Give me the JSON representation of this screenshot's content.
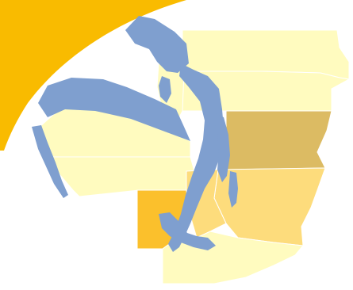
{
  "map": {
    "colors": {
      "accent_band": "#f9bb00",
      "water": "#7f9fcf",
      "level_light": "#fffbbf",
      "level_medium": "#fddc7c",
      "level_dark": "#dcbb63",
      "level_orange": "#fbc02c"
    },
    "regions": [
      {
        "id": "north-east-upper",
        "shade": "level_light"
      },
      {
        "id": "north-east-mid",
        "shade": "level_light"
      },
      {
        "id": "east-central",
        "shade": "level_dark"
      },
      {
        "id": "south-east",
        "shade": "level_medium"
      },
      {
        "id": "west-peninsula",
        "shade": "level_light"
      },
      {
        "id": "south-west-coast",
        "shade": "level_light"
      },
      {
        "id": "south-central",
        "shade": "level_orange"
      },
      {
        "id": "inner-south",
        "shade": "level_medium"
      },
      {
        "id": "south",
        "shade": "level_light"
      },
      {
        "id": "islands",
        "shade": "level_light"
      }
    ]
  }
}
